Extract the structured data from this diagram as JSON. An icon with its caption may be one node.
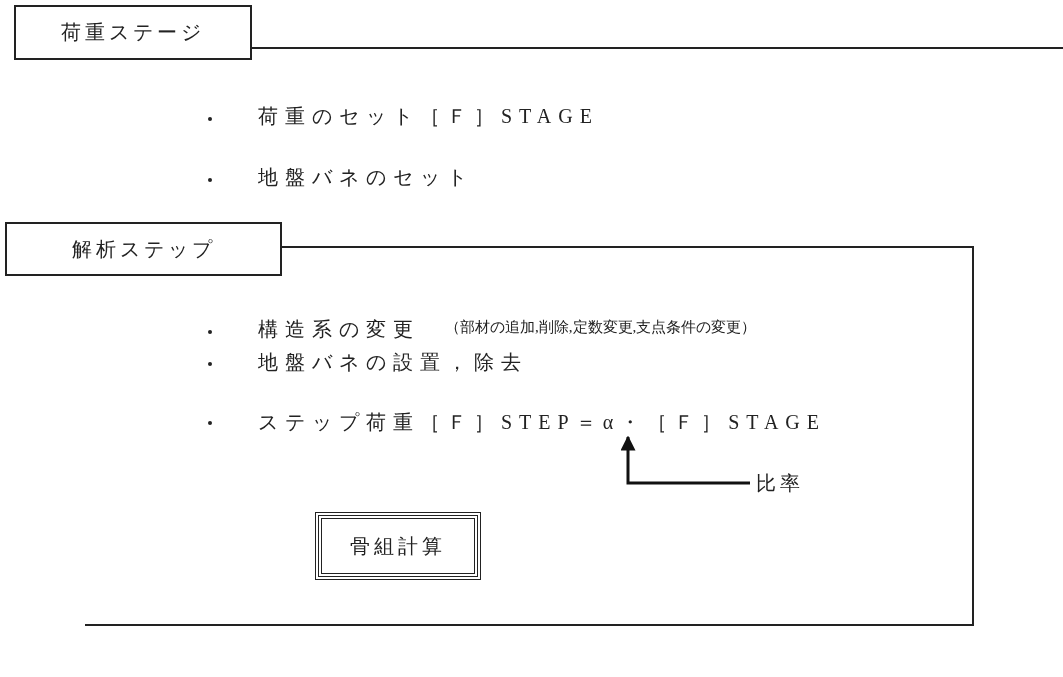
{
  "diagram": {
    "nodes": [
      {
        "text": [
          "荷重ステージ"
        ]
      },
      {
        "text": [
          "解析ステップ"
        ]
      },
      {
        "text": [
          "骨組計算"
        ]
      },
      {
        "text": [
          "比率"
        ]
      },
      {
        "text": [
          "ステップ荷重［Ｆ］STEP＝α・［Ｆ］STAGE"
        ]
      }
    ],
    "edges": [
      {
        "from": 3,
        "to": 4,
        "arrow": "to"
      }
    ],
    "labels": [
      "荷重のセット［Ｆ］STAGE",
      "地盤バネのセット",
      "構造系の変更",
      "（部材の追加,削除,定数変更,支点条件の変更）",
      "地盤バネの設置，除去"
    ]
  }
}
